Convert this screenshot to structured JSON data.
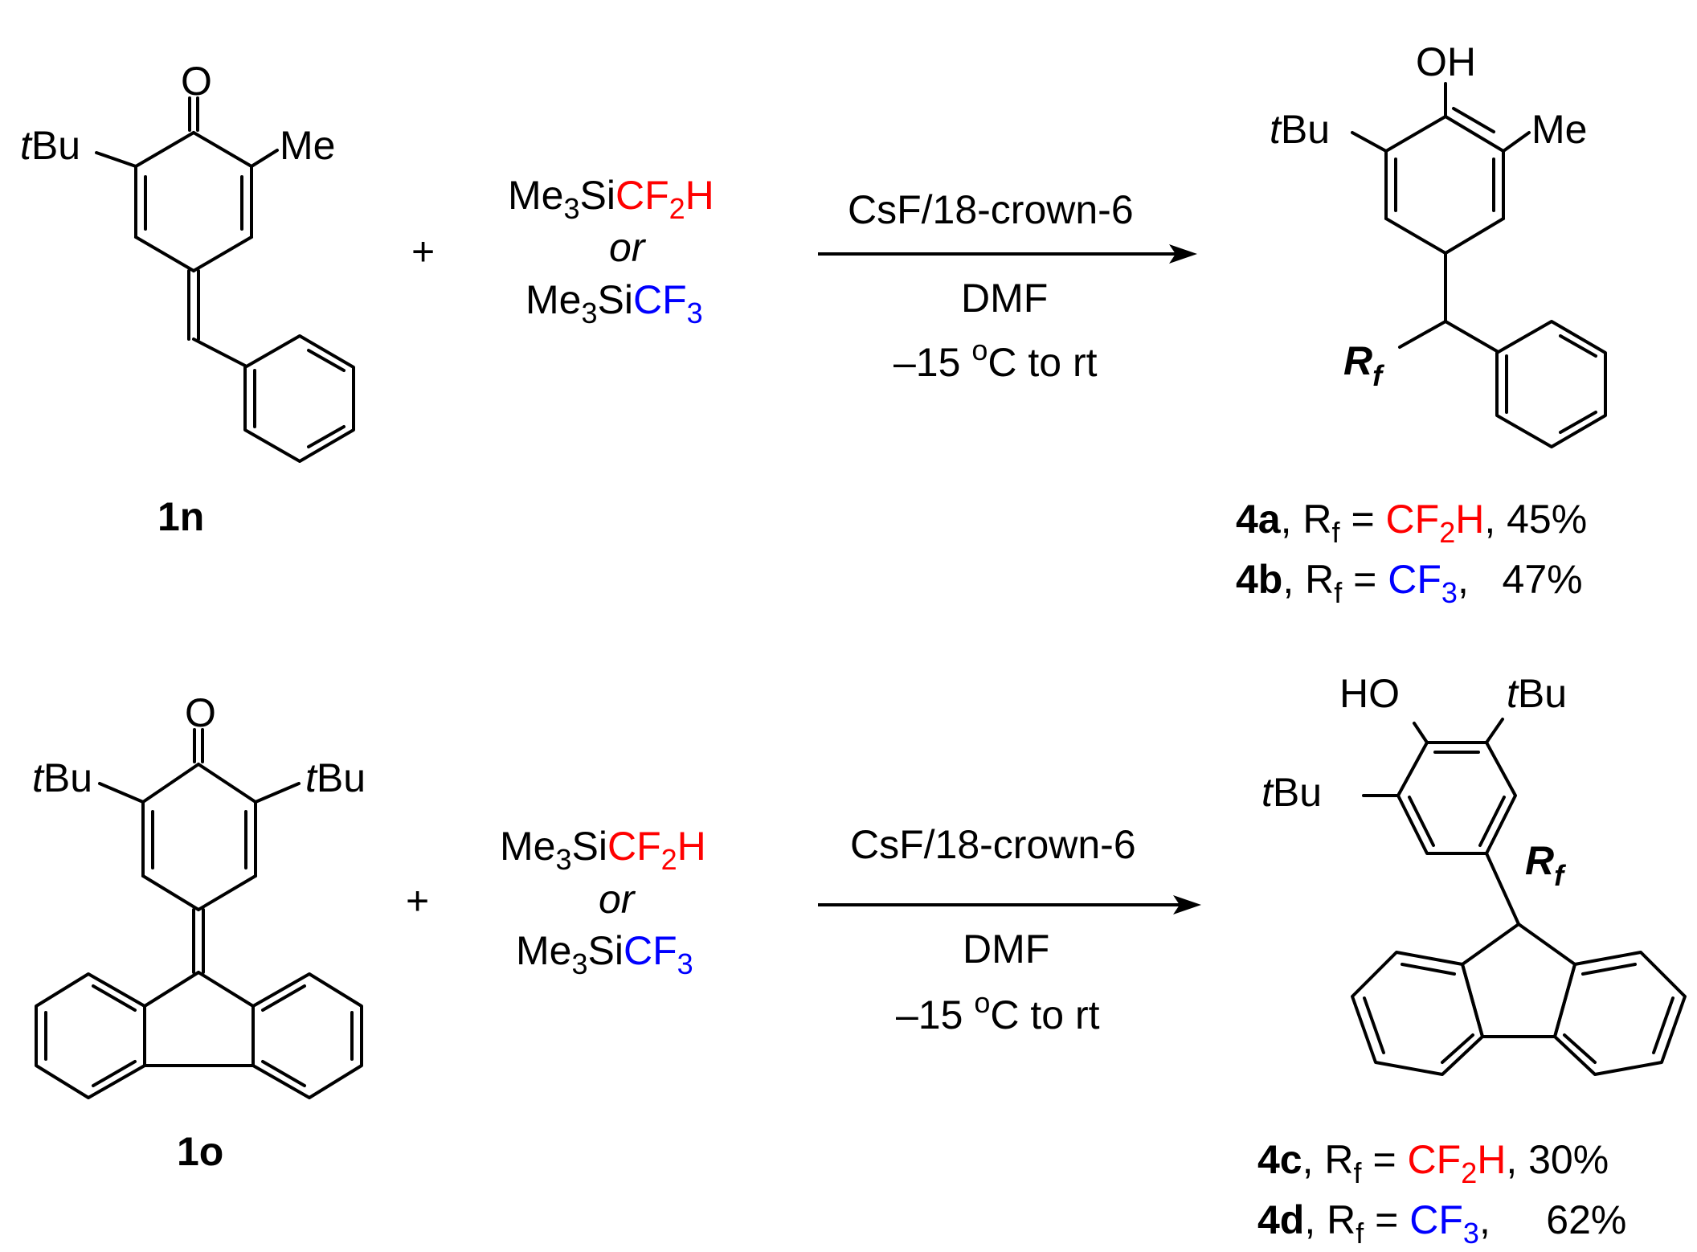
{
  "colors": {
    "cf2h": "#ff0000",
    "cf3": "#0000ff",
    "text": "#000000"
  },
  "reaction1": {
    "sm": {
      "label": "1n",
      "oxygen": "O",
      "tbu_t": "t",
      "tbu_rest": "Bu",
      "me": "Me"
    },
    "plus": "+",
    "reagent": {
      "me3si": "Me",
      "sub3": "3",
      "si": "Si",
      "cf2h_cf": "CF",
      "sub2": "2",
      "cf2h_h": "H",
      "or": "or",
      "cf3_cf": "CF",
      "cf3_sub": "3"
    },
    "conditions": {
      "catalyst": "CsF/18-crown-6",
      "solvent": "DMF",
      "temp_a": "–15 ",
      "temp_o": "o",
      "temp_b": "C to rt"
    },
    "product": {
      "oh": "OH",
      "tbu_t": "t",
      "tbu_rest": "Bu",
      "me": "Me",
      "rf_r": "R",
      "rf_f": "f",
      "y1": {
        "id": "4a",
        "comma": ", ",
        "r": "R",
        "f": "f",
        "eq": " = ",
        "cf": "CF",
        "sub": "2",
        "h": "H",
        "yield": ", 45%"
      },
      "y2": {
        "id": "4b",
        "comma": ", ",
        "r": "R",
        "f": "f",
        "eq": " = ",
        "cf": "CF",
        "sub": "3",
        "yield": ",   47%"
      }
    }
  },
  "reaction2": {
    "sm": {
      "label": "1o",
      "oxygen": "O",
      "tbu_t": "t",
      "tbu_rest": "Bu"
    },
    "plus": "+",
    "reagent": {
      "me3si": "Me",
      "sub3": "3",
      "si": "Si",
      "cf2h_cf": "CF",
      "sub2": "2",
      "cf2h_h": "H",
      "or": "or",
      "cf3_cf": "CF",
      "cf3_sub": "3"
    },
    "conditions": {
      "catalyst": "CsF/18-crown-6",
      "solvent": "DMF",
      "temp_a": "–15 ",
      "temp_o": "o",
      "temp_b": "C to rt"
    },
    "product": {
      "ho": "HO",
      "tbu_t": "t",
      "tbu_rest": "Bu",
      "rf_r": "R",
      "rf_f": "f",
      "y1": {
        "id": "4c",
        "comma": ", ",
        "r": "R",
        "f": "f",
        "eq": " = ",
        "cf": "CF",
        "sub": "2",
        "h": "H",
        "yield": ", 30%"
      },
      "y2": {
        "id": "4d",
        "comma": ", ",
        "r": "R",
        "f": "f",
        "eq": " = ",
        "cf": "CF",
        "sub": "3",
        "yield": ",     62%"
      }
    }
  }
}
